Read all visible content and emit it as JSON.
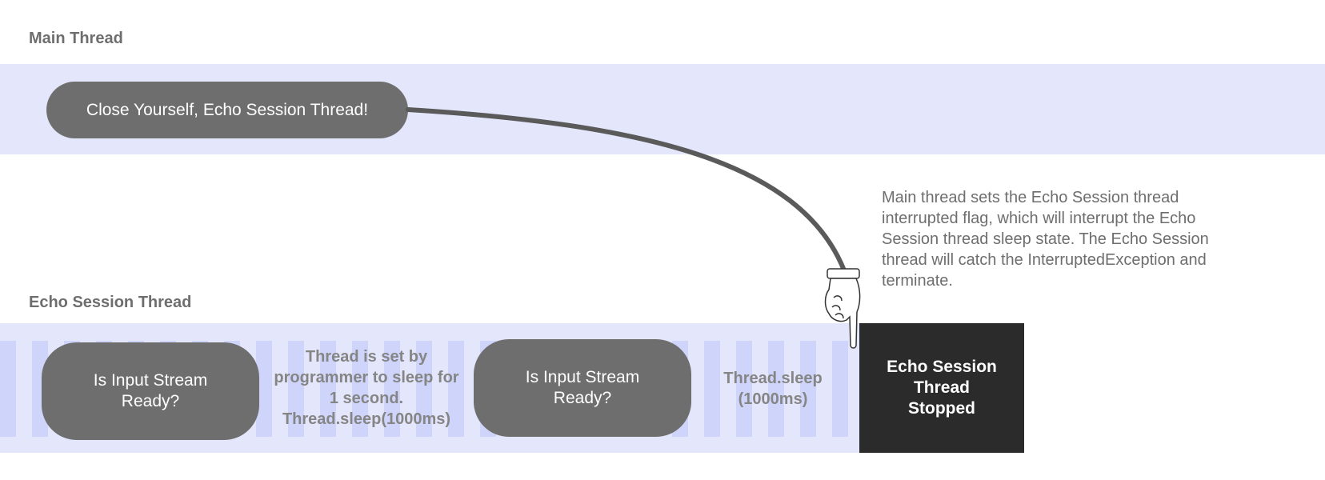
{
  "main_thread": {
    "title": "Main Thread",
    "action_label": "Close Yourself, Echo Session Thread!"
  },
  "echo_thread": {
    "title": "Echo Session Thread",
    "check_label_1": "Is Input Stream Ready?",
    "sleep_note_1": "Thread is set by programmer to sleep for 1 second. Thread.sleep(1000ms)",
    "check_label_2": "Is Input Stream Ready?",
    "sleep_note_2": "Thread.sleep (1000ms)",
    "stopped_label": "Echo Session Thread Stopped"
  },
  "explanation": "Main thread sets the Echo Session thread interrupted flag, which will interrupt the Echo Session thread sleep state. The Echo Session thread will catch the InterruptedException and terminate.",
  "colors": {
    "lane_band": "#e4e7fc",
    "stripe": "#cfd5fa",
    "pill": "#6e6e6e",
    "stopped": "#2b2b2b",
    "arrow": "#5a5a5a"
  },
  "icons": {
    "pointer": "pointing-hand-icon"
  }
}
